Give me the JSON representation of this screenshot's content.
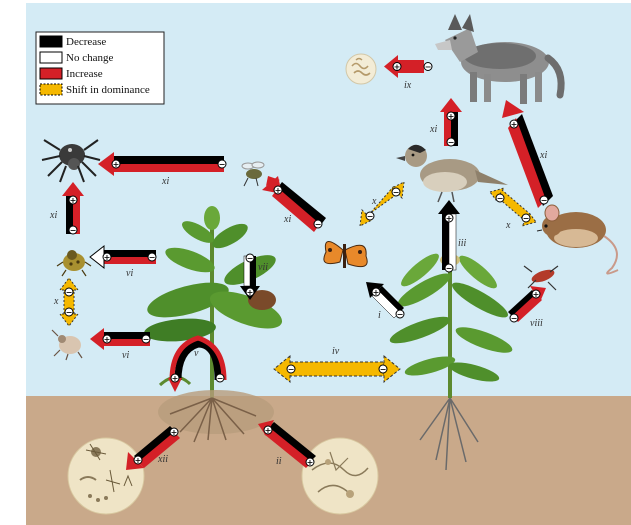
{
  "legend": [
    {
      "label": "Decrease",
      "color": "#000000",
      "pattern": "solid"
    },
    {
      "label": "No change",
      "color": "#ffffff",
      "pattern": "solid"
    },
    {
      "label": "Increase",
      "color": "#d42027",
      "pattern": "solid"
    },
    {
      "label": "Shift in dominance",
      "color": "#f5b800",
      "pattern": "dashed"
    }
  ],
  "colors": {
    "sky": "#d4ebf5",
    "soil": "#c9a98a",
    "decrease": "#000000",
    "increase": "#d42027",
    "shift": "#f5b800"
  },
  "organisms": {
    "wolf": "wolf-illustration",
    "bird": "warbler-bird-illustration",
    "mouse": "mouse-illustration",
    "spider": "spider-illustration",
    "butterfly": "butterfly-illustration",
    "fly": "fly-illustration",
    "beetle_top": "beetle-illustration",
    "beetle_bottom": "beetle-illustration",
    "bug": "assassin-bug-illustration",
    "plant_left": "plant-illustration",
    "plant_right": "goldenrod-plant-illustration",
    "soil_fauna": "soil-fauna-inset",
    "fungi": "mycorrhizal-fungi-inset",
    "parasite": "parasite-inset"
  },
  "interactions": {
    "i": "i",
    "ii": "ii",
    "iii": "iii",
    "iv": "iv",
    "v": "v",
    "vi_top": "vi",
    "vi_bottom": "vi",
    "vii": "vii",
    "viii": "viii",
    "ix": "ix",
    "x_left": "x",
    "x_bird": "x",
    "x_right": "x",
    "xi_spider": "xi",
    "xi_fly": "xi",
    "xi_wolf": "xi",
    "xi_mouse": "xi",
    "xi_butterfly": "xi",
    "xii": "xii"
  },
  "signs": {
    "plus": "+",
    "minus": "−"
  }
}
